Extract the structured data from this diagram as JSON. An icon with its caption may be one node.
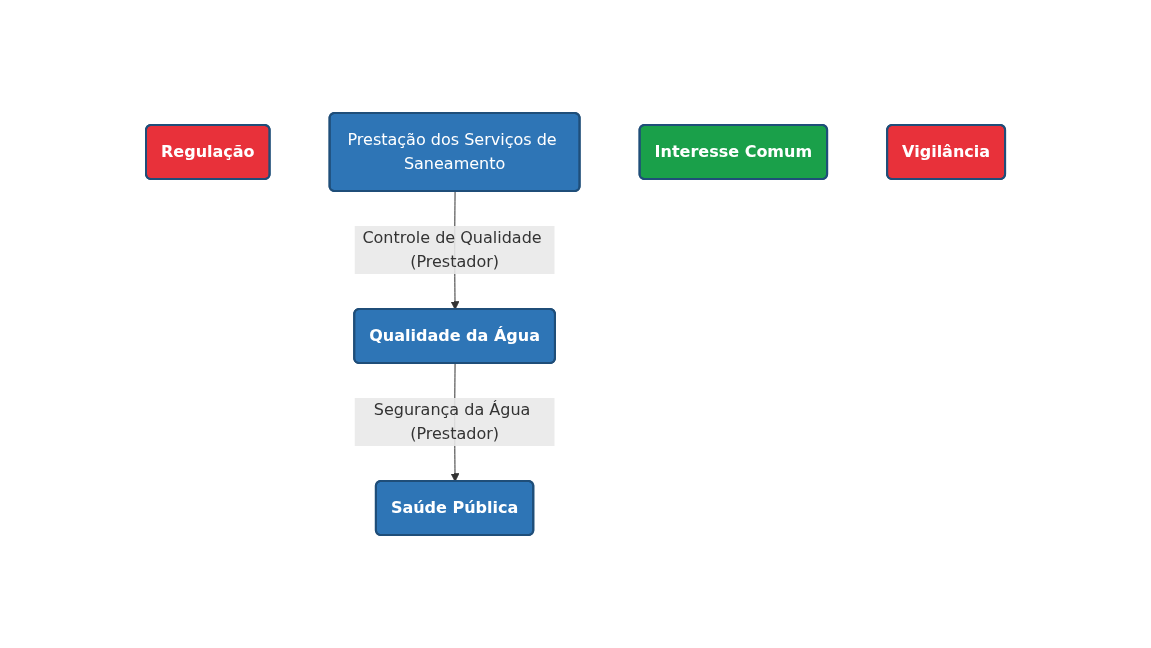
{
  "diagram": {
    "nodes": [
      {
        "text": [
          "Regulação"
        ]
      },
      {
        "text": [
          "Prestação dos Serviços de Saneamento"
        ]
      },
      {
        "text": [
          "Qualidade da Água"
        ]
      },
      {
        "text": [
          "Interesse Comum"
        ]
      },
      {
        "text": [
          "Vigilância"
        ]
      },
      {
        "text": [
          "Saúde Pública"
        ]
      }
    ],
    "edges": [
      {
        "from": 1,
        "to": 2,
        "arrow": "to",
        "label": "Controle de Qualidade (Prestador)"
      },
      {
        "from": 2,
        "to": 5,
        "arrow": "to",
        "label": "Segurança da Água (Prestador)"
      }
    ]
  }
}
